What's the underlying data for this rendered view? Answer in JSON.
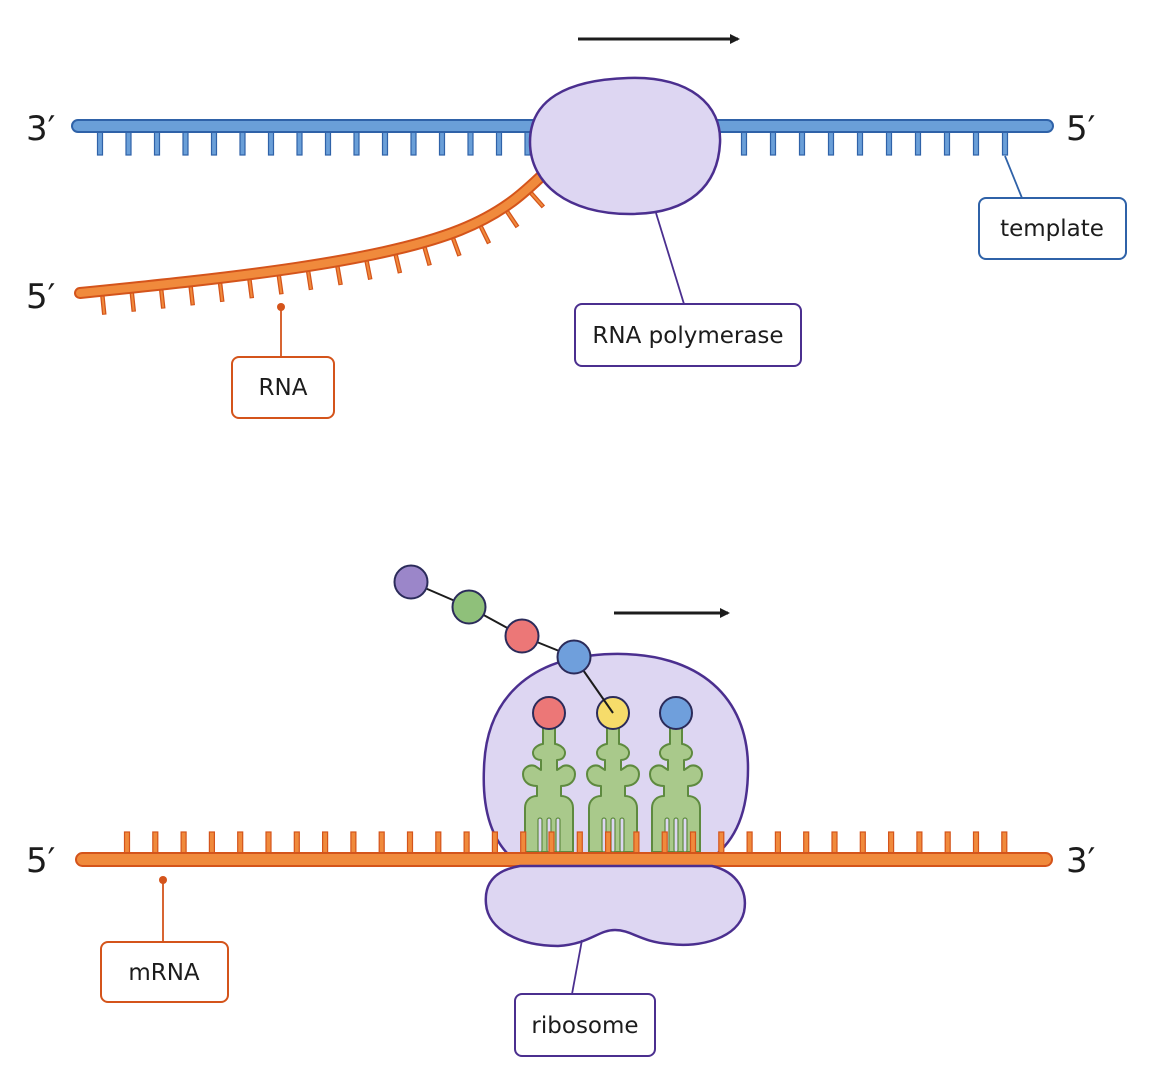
{
  "colors": {
    "dna_template": "#6a9fd8",
    "dna_template_stroke": "#2f62a8",
    "rna": "#f08a3c",
    "rna_stroke": "#d4541b",
    "enzyme_fill": "#ddd6f2",
    "enzyme_stroke": "#4b2f8f",
    "trna_fill": "#a9c98b",
    "trna_stroke": "#5e8a3f",
    "arrow": "#1c1c1c",
    "aa_purple": "#9b86c9",
    "aa_green": "#8fc07a",
    "aa_red": "#ec7777",
    "aa_blue": "#6f9fdc",
    "aa_yellow": "#f6dc6a"
  },
  "transcription": {
    "template_left_end": "3′",
    "template_right_end": "5′",
    "rna_end": "5′",
    "labels": {
      "template": "template",
      "rna_polymerase": "RNA polymerase",
      "rna": "RNA"
    }
  },
  "translation": {
    "mrna_left_end": "5′",
    "mrna_right_end": "3′",
    "labels": {
      "mrna": "mRNA",
      "ribosome": "ribosome"
    },
    "polypeptide_chain": [
      "aa_purple",
      "aa_green",
      "aa_red",
      "aa_blue"
    ],
    "trna_amino_acids": [
      "aa_red",
      "aa_yellow",
      "aa_blue"
    ]
  }
}
